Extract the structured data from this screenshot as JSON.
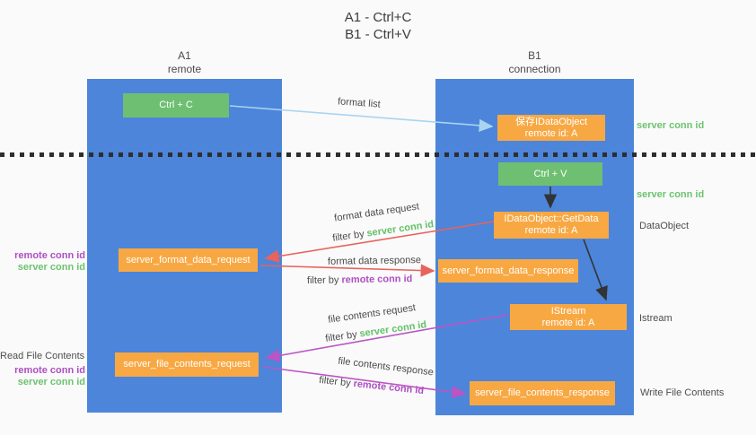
{
  "title": {
    "line1": "A1 - Ctrl+C",
    "line2": "B1 - Ctrl+V"
  },
  "lanes": {
    "a": {
      "title": "A1",
      "subtitle": "remote"
    },
    "b": {
      "title": "B1",
      "subtitle": "connection"
    }
  },
  "nodes": {
    "ctrl_c": "Ctrl + C",
    "ctrl_v": "Ctrl + V",
    "save_idataobject": {
      "line1": "保存IDataObject",
      "line2": "remote id: A"
    },
    "getdata": {
      "line1": "IDataObject::GetData",
      "line2": "remote id: A"
    },
    "format_request": "server_format_data_request",
    "format_response": "server_format_data_response",
    "istream": {
      "line1": "IStream",
      "line2": "remote id: A"
    },
    "file_request": "server_file_contents_request",
    "file_response": "server_file_contents_response"
  },
  "edges": {
    "format_list": {
      "label": "format list"
    },
    "format_data_request": {
      "label": "format data request",
      "filter_prefix": "filter by",
      "filter_key": "server conn id"
    },
    "format_data_response": {
      "label": "format data response",
      "filter_prefix": "filter by",
      "filter_key": "remote conn id"
    },
    "file_contents_request": {
      "label": "file contents request",
      "filter_prefix": "filter by",
      "filter_key": "server conn id"
    },
    "file_contents_response": {
      "label": "file contents response",
      "filter_prefix": "filter by",
      "filter_key": "remote conn id"
    }
  },
  "annotations": {
    "right": {
      "server_conn_id_top": "server conn id",
      "server_conn_id_mid": "server conn id",
      "dataobject": "DataObject",
      "istream": "Istream",
      "write_file_contents": "Write File Contents"
    },
    "left": {
      "remote_conn_id_top": "remote conn id",
      "server_conn_id_top": "server conn id",
      "read_file_contents": "Read File Contents",
      "remote_conn_id_bottom": "remote conn id",
      "server_conn_id_bottom": "server conn id"
    }
  },
  "colors": {
    "lane_blue": "#4c85da",
    "box_green": "#6ebf72",
    "box_orange": "#f8a843",
    "arrow_red": "#e8635c",
    "arrow_magenta": "#bb55c4",
    "arrow_lightblue": "#a9d4f0",
    "arrow_black": "#333333",
    "text_green": "#63c067",
    "text_purple": "#ae4fc2",
    "background": "#fafafa"
  }
}
